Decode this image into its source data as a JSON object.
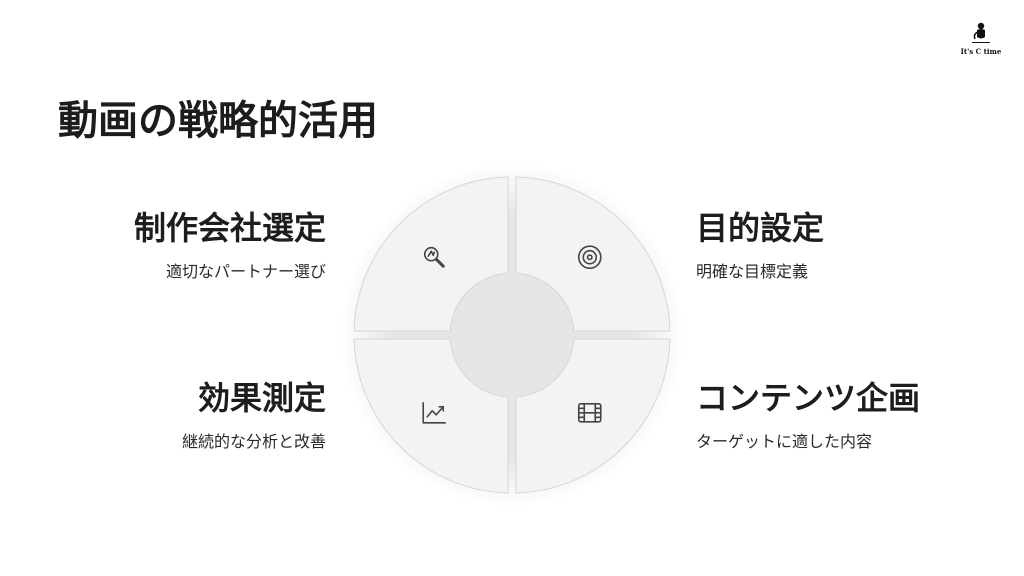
{
  "brand": {
    "logo_text": "It's C time"
  },
  "header": {
    "title": "動画の戦略的活用"
  },
  "cycle": {
    "steps": [
      {
        "title": "目的設定",
        "subtitle": "明確な目標定義",
        "icon": "target-icon"
      },
      {
        "title": "コンテンツ企画",
        "subtitle": "ターゲットに適した内容",
        "icon": "film-icon"
      },
      {
        "title": "効果測定",
        "subtitle": "継続的な分析と改善",
        "icon": "trend-chart-icon"
      },
      {
        "title": "制作会社選定",
        "subtitle": "適切なパートナー選び",
        "icon": "search-icon"
      }
    ]
  },
  "colors": {
    "segment_fill": "#f3f3f3",
    "segment_stroke": "#d6d6d6",
    "text": "#1d1d1d",
    "icon": "#444444"
  }
}
